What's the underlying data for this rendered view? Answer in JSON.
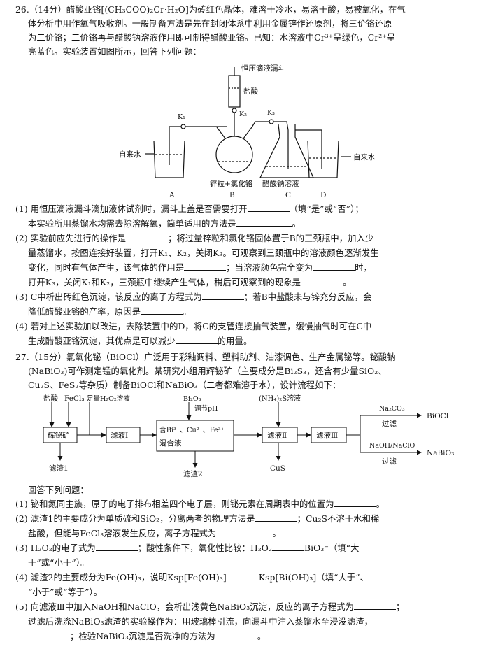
{
  "q26": {
    "intro": [
      "26.（14分）醋酸亚铬[(CH₃COO)₂Cr·H₂O]为砖红色晶体，难溶于冷水，易溶于酸，易被氧化，在气",
      "体分析中用作氧气吸收剂。一般制备方法是先在封闭体系中利用金属锌作还原剂，将三价铬还原",
      "为二价铬；二价铬再与醋酸钠溶液作用即可制得醋酸亚铬。已知：水溶液中Cr³⁺呈绿色，Cr²⁺呈",
      "亮蓝色。实验装置如图所示，回答下列问题："
    ],
    "figure": {
      "funnel": "恒压滴液漏斗",
      "acid": "盐酸",
      "k1": "K₁",
      "k2": "K₂",
      "k3": "K₃",
      "water_left": "自来水",
      "water_right": "自来水",
      "zinc": "锌粒+氯化铬",
      "naac": "醋酸钠溶液",
      "A": "A",
      "B": "B",
      "C": "C",
      "D": "D"
    },
    "questions": [
      [
        "(1) 用恒压滴液漏斗滴加液体试剂时，漏斗上盖是否需要打开",
        "（填“是”或“否”）；"
      ],
      [
        "本实验所用蒸馏水均需去除溶解氧，简单适用的方法是",
        "。"
      ],
      [
        "(2) 实验前应先进行的操作是",
        "；将过量锌粒和氯化铬固体置于B的三颈瓶中，加入少"
      ],
      [
        "量蒸馏水，按图连接好装置，打开K₁、K₂，关闭K₃。可观察到三颈瓶中的溶液颜色逐渐发生"
      ],
      [
        "变化，同时有气体产生，该气体的作用是",
        "；当溶液颜色完全变为",
        "时，"
      ],
      [
        "打开K₃，关闭K₁和K₂，三颈瓶中继续产生气体，稍后可观察到的现象是",
        "。"
      ],
      [
        "(3) C中析出砖红色沉淀，该反应的离子方程式为",
        "；若B中盐酸未与锌充分反应，会"
      ],
      [
        "降低醋酸亚铬的产率，原因是",
        "。"
      ],
      [
        "(4) 若对上述实验加以改进，去除装置中的D，将C的支管连接抽气装置，缓慢抽气时可在C中"
      ],
      [
        "生成醋酸亚铬沉淀，其优点是可以减少",
        "的用量。"
      ]
    ]
  },
  "q27": {
    "intro": [
      "27.（15分）氯氧化铋（BiOCl）广泛用于彩釉调料、塑料助剂、油漆调色、生产金属铋等。铋酸钠",
      "(NaBiO₃)可作测定锰的氧化剂。某研究小组用辉铋矿（主要成分是Bi₂S₃，还含有少量SiO₂、",
      "Cu₂S、FeS₂等杂质）制备BiOCl和NaBiO₃（二者都难溶于水），设计流程如下："
    ],
    "flow": {
      "in1": "盐酸",
      "in2": "FeCl₃",
      "in3": "足量H₂O₂溶液",
      "box1": "辉铋矿",
      "box2": "滤液Ⅰ",
      "box3a": "含Bi³⁺、Cu²⁺、Fe³⁺",
      "box3b": "混合液",
      "top3a": "Bi₂O₃",
      "top3b": "调节pH",
      "top4": "(NH₄)₂S溶液",
      "box4": "滤液Ⅱ",
      "box5": "滤液Ⅲ",
      "out1": "滤渣1",
      "out2": "滤渣2",
      "out3": "CuS",
      "r1": "Na₂CO₃",
      "r1b": "过滤",
      "p1": "BiOCl",
      "r2": "NaOH/NaClO",
      "r2b": "过滤",
      "p2": "NaBiO₃"
    },
    "ask": "回答下列问题：",
    "questions": [
      [
        "(1) 铋和氮同主族，原子的电子排布相差四个电子层，则铋元素在周期表中的位置为",
        "。"
      ],
      [
        "(2) 滤渣1的主要成分为单质硫和SiO₂，分离两者的物理方法是",
        "；Cu₂S不溶于水和稀"
      ],
      [
        "盐酸，但能与FeCl₃溶液发生反应，离子方程式为",
        "。"
      ],
      [
        "(3) H₂O₂的电子式为",
        "；酸性条件下，氧化性比较：H₂O₂",
        "BiO₃⁻（填“大"
      ],
      [
        "于”或“小于”）。"
      ],
      [
        "(4) 滤渣2的主要成分为Fe(OH)₃，说明Ksp[Fe(OH)₃]",
        "Ksp[Bi(OH)₃]（填“大于”、"
      ],
      [
        "“小于”或“等于”）。"
      ],
      [
        "(5) 向滤液Ⅲ中加入NaOH和NaClO，会析出浅黄色NaBiO₃沉淀，反应的离子方程式为",
        "；"
      ],
      [
        "过滤后洗涤NaBiO₃滤渣的实验操作为：用玻璃棒引流，向漏斗中注入蒸馏水至浸没滤渣，"
      ],
      [
        "",
        "；检验NaBiO₃沉淀是否洗净的方法为",
        "。"
      ]
    ]
  }
}
